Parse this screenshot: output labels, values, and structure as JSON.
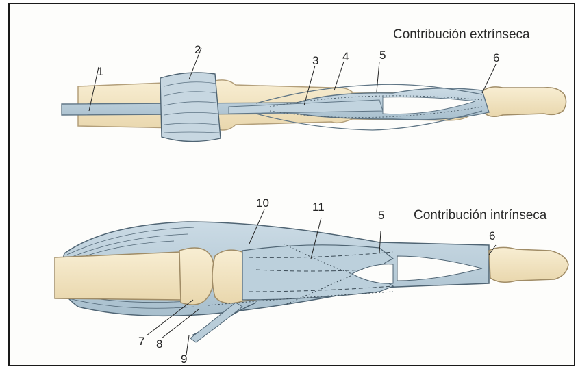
{
  "figure": {
    "headings": {
      "top": "Contribución extrínseca",
      "bottom": "Contribución intrínseca"
    },
    "labels": {
      "n1": "1",
      "n2": "2",
      "n3": "3",
      "n4": "4",
      "n5_top": "5",
      "n6_top": "6",
      "n10": "10",
      "n11": "11",
      "n5_bottom": "5",
      "n6_bottom": "6",
      "n7": "7",
      "n8": "8",
      "n9": "9"
    },
    "colors": {
      "tendon": "#b9cdd9",
      "tendon_dark": "#6e8797",
      "bone": "#f3e6c4",
      "bone_edge": "#b39f7a",
      "outline": "#38424a"
    }
  }
}
